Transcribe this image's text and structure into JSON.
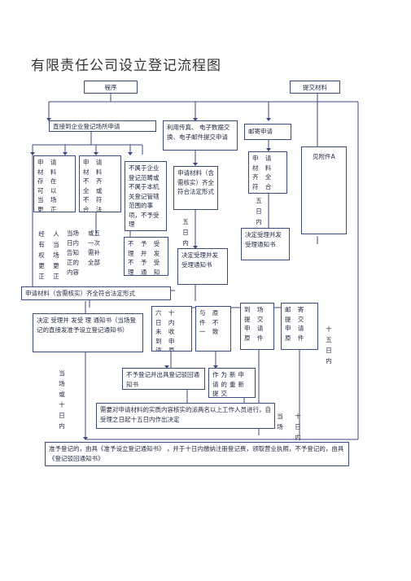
{
  "title": "有限责任公司设立登记流程图",
  "nodes": {
    "procedure": "程序",
    "submit": "提交材料",
    "direct": "直接到企业登记场所申请",
    "fax": "利用传真、 电子数据交换、电子邮件提交申请",
    "mail": "邮寄申请",
    "m1": "申 请 材 料 存 在 可 以 当 场 更 正 的错误",
    "m2": "申 请 材 料 不 齐 全 或 不 符 合 法 定形式",
    "not_scope": "不属于企业登记范畴或不属于本机关登记管辖范围的事项，不予受理",
    "fax_ok": "申请材料（含需核实）齐全符合法定形式",
    "mail_ok": "申 请 材 料 齐 全 符 合 法 定形式",
    "see_appendix": "见附件A",
    "not_accept": "不 予 受 理 并 发 不 予 受 理 通 知书",
    "decide_fax": "决定受理并发受理通知书",
    "decide_mail": "决定受理并发受理通知书",
    "complete": "申请材料（含需核实）齐全符合法定形式",
    "decide_main": "决定 受理并 发受 理 通知书（当场登记的直接发准予设立登记通知书）",
    "sixty": "六 十 日 内 未 收 到 申 请 原 件 的",
    "diff": "与 原 件 不 一 致",
    "arrive": "到 场 提 交 申 请 原 件",
    "mail_orig": "邮 寄 提 交 申 请 原 件",
    "reject": "不予登记并出具登记驳回通知书",
    "resubmit": "作为新申请的重新提交",
    "verify": "需要对申请材料的实质内容核实的派两名以上工作人员进行，自受理之日起十五日内作出决定",
    "final": "准予登记的，由具《准予设立登记通知书》        ，并于十日内缴纳注册登记费，领取营业执照，不予登记的，由具《登记驳回通知书》"
  },
  "labels": {
    "c1": "经 有 权 更 正",
    "c2": "人 当 场 更 正",
    "c3": "当场 日内 告知 正的 内容",
    "c4": "或五 一次 需补 全部",
    "five_a": "五日内",
    "five_b": "五日内",
    "fifteen": "十五日内",
    "onsite_or_ten": "当场或十日内",
    "onsite": "当场",
    "ten": "十日内"
  }
}
